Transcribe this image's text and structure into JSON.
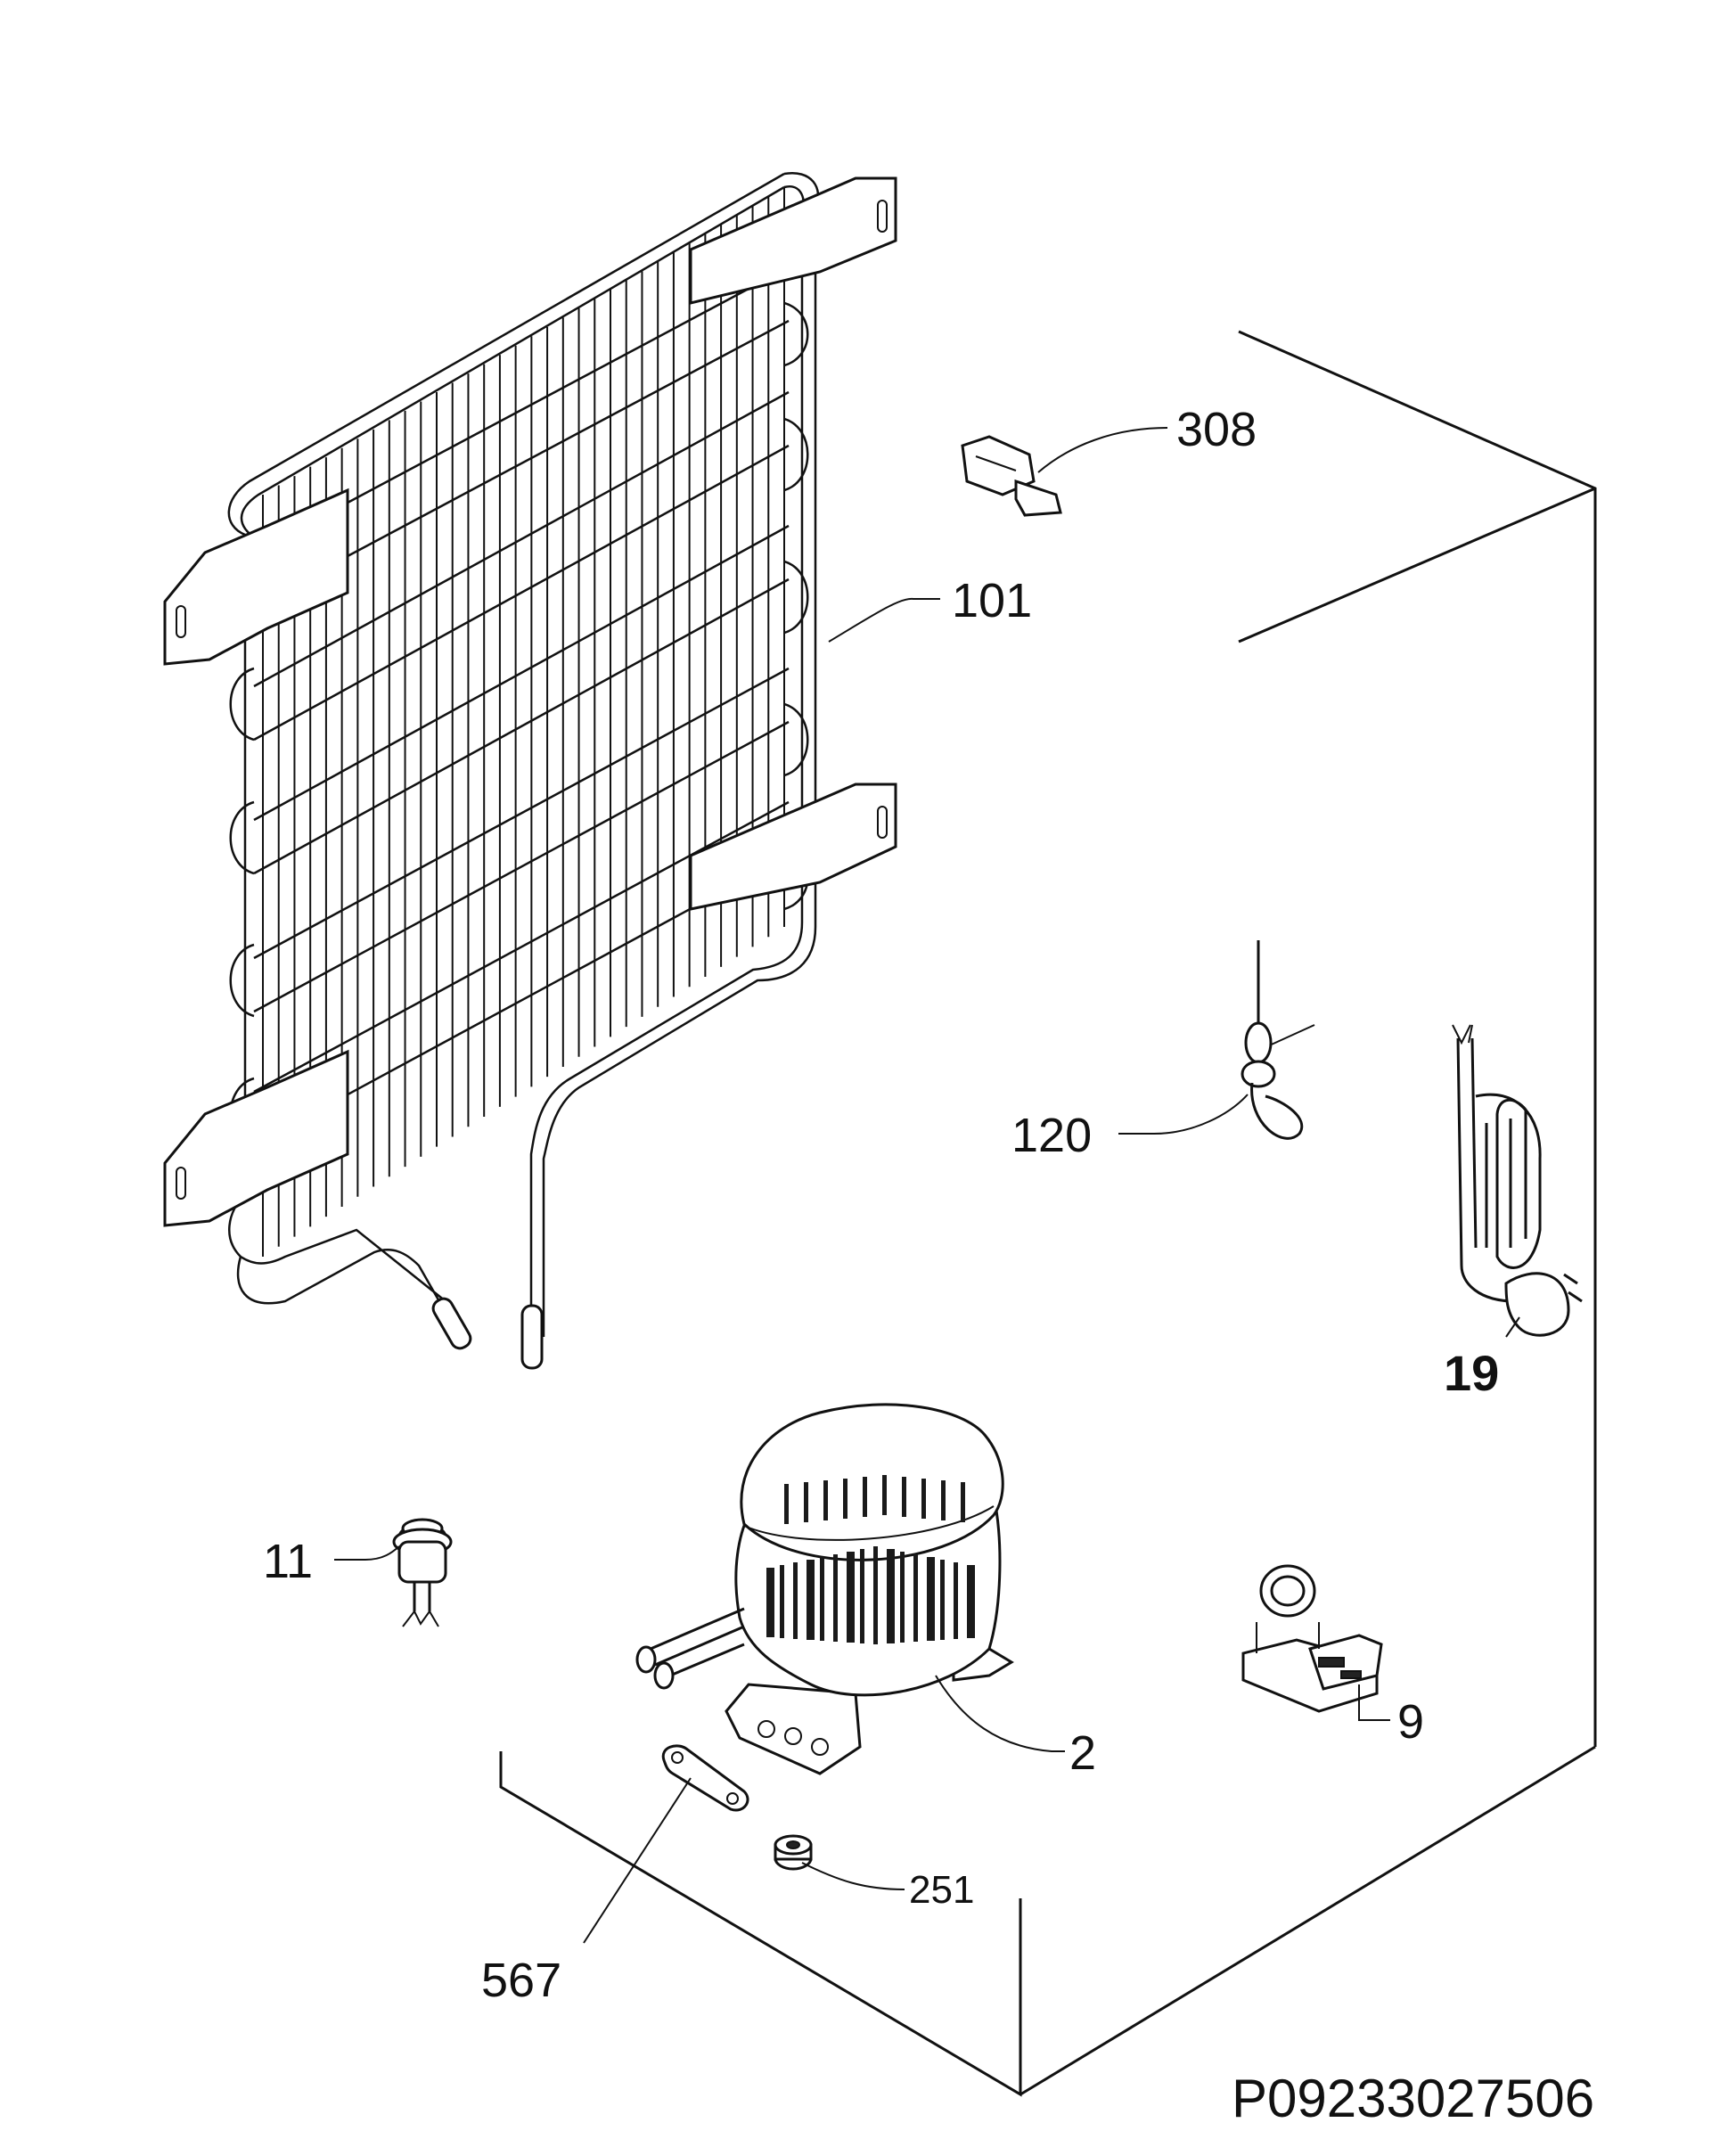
{
  "diagram": {
    "drawing_code": "P09233027506",
    "callouts": [
      {
        "id": "308",
        "label": "308"
      },
      {
        "id": "101",
        "label": "101"
      },
      {
        "id": "120",
        "label": "120"
      },
      {
        "id": "19",
        "label": "19"
      },
      {
        "id": "11",
        "label": "11"
      },
      {
        "id": "2",
        "label": "2"
      },
      {
        "id": "9",
        "label": "9"
      },
      {
        "id": "251",
        "label": "251"
      },
      {
        "id": "567",
        "label": "567"
      }
    ]
  }
}
